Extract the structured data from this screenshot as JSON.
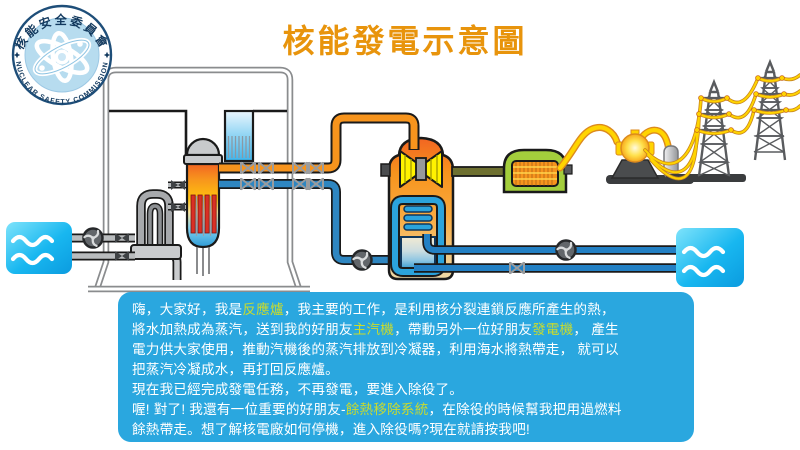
{
  "logo": {
    "zh": "核能安全委員會",
    "en": "NUCLEAR SAFETY COMMISSION"
  },
  "title": "核能發電示意圖",
  "description": {
    "lines": [
      {
        "segments": [
          {
            "text": "嗨，大家好，我是",
            "highlight": false
          },
          {
            "text": "反應爐",
            "highlight": true
          },
          {
            "text": "，我主要的工作，是利用核分裂連鎖反應所產生的熱，",
            "highlight": false
          }
        ]
      },
      {
        "segments": [
          {
            "text": "將水加熱成為蒸汽，送到我的好朋友",
            "highlight": false
          },
          {
            "text": "主汽機",
            "highlight": true
          },
          {
            "text": "，帶動另外一位好朋友",
            "highlight": false
          },
          {
            "text": "發電機",
            "highlight": true
          },
          {
            "text": "， 產生",
            "highlight": false
          }
        ]
      },
      {
        "segments": [
          {
            "text": "電力供大家使用，推動汽機後的蒸汽排放到冷凝器，利用海水將熱帶走， 就可以",
            "highlight": false
          }
        ]
      },
      {
        "segments": [
          {
            "text": "把蒸汽冷凝成水，再打回反應爐。",
            "highlight": false
          }
        ]
      },
      {
        "segments": [
          {
            "text": "現在我已經完成發電任務，不再發電，要進入除役了。",
            "highlight": false
          }
        ]
      },
      {
        "segments": [
          {
            "text": "喔! 對了! 我還有一位重要的好朋友-",
            "highlight": false
          },
          {
            "text": "餘熱移除系統",
            "highlight": true
          },
          {
            "text": "，在除役的時候幫我把用過燃料",
            "highlight": false
          }
        ]
      },
      {
        "segments": [
          {
            "text": "餘熱帶走。想了解核電廠如何停機，進入除役嗎?現在就請按我吧!",
            "highlight": false
          }
        ]
      }
    ]
  },
  "diagram": {
    "components": [
      "containment-building",
      "reactor-vessel",
      "fuel-rods",
      "control-rods",
      "spent-fuel-pool",
      "residual-heat-removal-system",
      "main-steam-pipe",
      "feedwater-pipe",
      "main-turbine",
      "condenser",
      "generator",
      "transformer",
      "transmission-towers",
      "power-lines",
      "sea-water-source",
      "sea-water-discharge",
      "pump",
      "isolation-valves"
    ]
  },
  "colors": {
    "title_text": "#E8940C",
    "description_box": "#2AA7DF",
    "keyword_highlight": "#C9DB2E",
    "steam_hot": "#F7941D",
    "water_cool": "#2E86C1",
    "sea_water": "#18B7F0",
    "generator_green": "#A3CE3C",
    "electricity_yellow": "#FFD400",
    "logo_navy": "#12395E"
  }
}
